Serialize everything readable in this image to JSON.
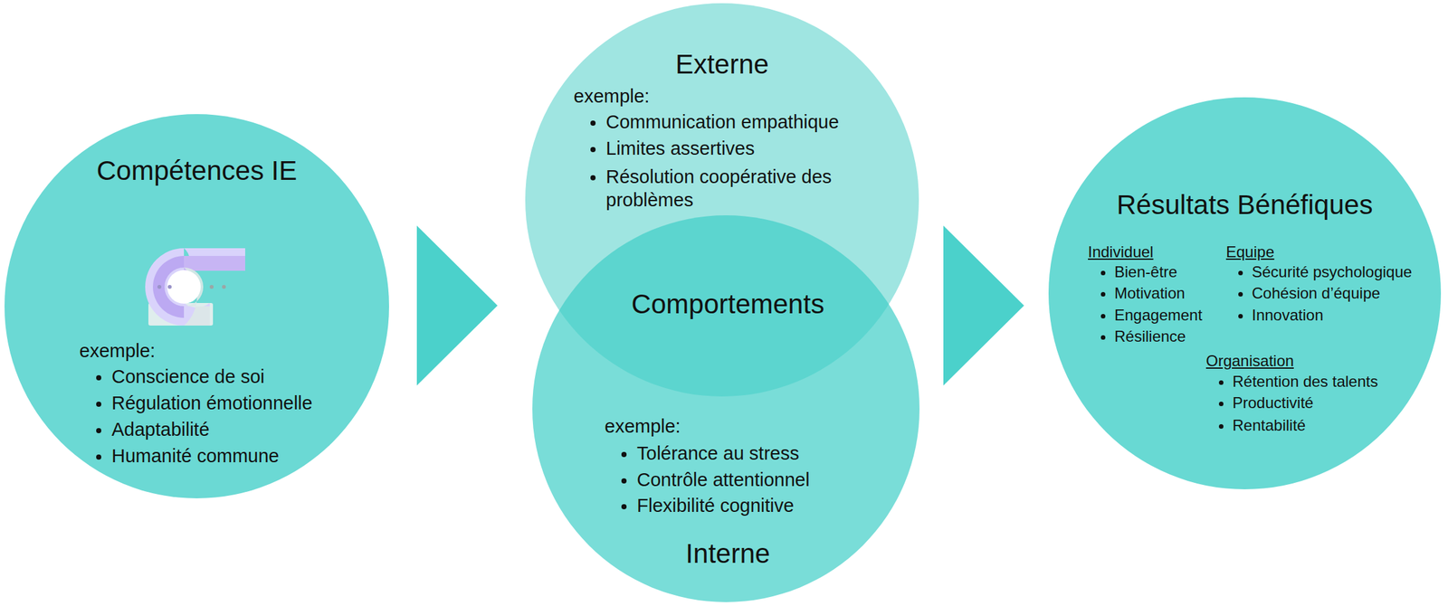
{
  "diagram": {
    "nodes": [
      {
        "text": [
          "Compétences IE",
          "exemple:",
          "Conscience de soi",
          "Régulation émotionnelle",
          "Adaptabilité",
          "Humanité commune"
        ]
      },
      {
        "text": [
          "Externe",
          "exemple:",
          "Communication empathique",
          "Limites assertives",
          "Résolution coopérative des problèmes"
        ]
      },
      {
        "text": [
          "Interne",
          "exemple:",
          "Tolérance au stress",
          "Contrôle attentionnel",
          "Flexibilité cognitive"
        ]
      },
      {
        "text": [
          "Résultats Bénéfiques",
          "Individuel",
          "Bien-être",
          "Motivation",
          "Engagement",
          "Résilience",
          "Equipe",
          "Sécurité psychologique",
          "Cohésion d’équipe",
          "Innovation",
          "Organisation",
          "Rétention des talents",
          "Productivité",
          "Rentabilité"
        ]
      }
    ],
    "edges": [
      {
        "from": 0,
        "to": 1,
        "arrow": "to"
      },
      {
        "from": 1,
        "to": 3,
        "arrow": "to"
      }
    ],
    "labels": [
      "Comportements"
    ]
  }
}
